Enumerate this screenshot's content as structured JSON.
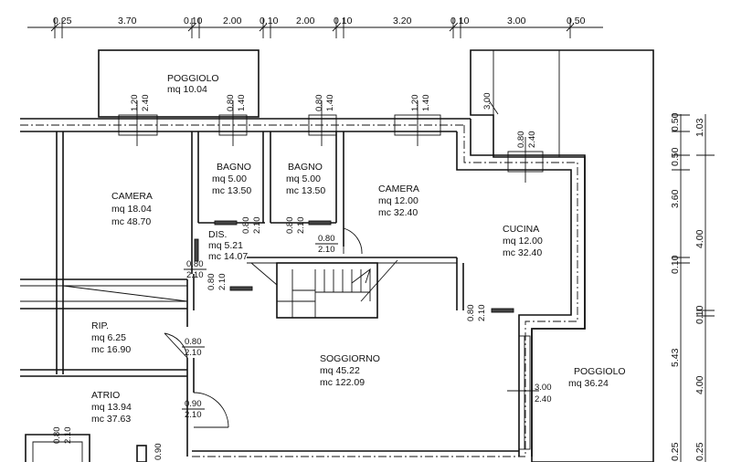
{
  "top_dims": [
    "0.25",
    "3.70",
    "0.10",
    "2.00",
    "0.10",
    "2.00",
    "0.10",
    "3.20",
    "0.10",
    "3.00",
    "0.50"
  ],
  "right_dims_a": [
    "0.50",
    "0.50",
    "3.60",
    "0.10",
    "5.43",
    "0.25"
  ],
  "right_dims_b": [
    "1.03",
    "4.00",
    "0.10",
    "4.00",
    "0.25"
  ],
  "rooms": {
    "poggiolo_top": {
      "name": "POGGIOLO",
      "l1": "mq 10.04"
    },
    "camera1": {
      "name": "CAMERA",
      "l1": "mq 18.04",
      "l2": "mc 48.70"
    },
    "bagno1": {
      "name": "BAGNO",
      "l1": "mq 5.00",
      "l2": "mc 13.50"
    },
    "bagno2": {
      "name": "BAGNO",
      "l1": "mq 5.00",
      "l2": "mc 13.50"
    },
    "camera2": {
      "name": "CAMERA",
      "l1": "mq 12.00",
      "l2": "mc 32.40"
    },
    "cucina": {
      "name": "CUCINA",
      "l1": "mq 12.00",
      "l2": "mc 32.40"
    },
    "dis": {
      "name": "DIS.",
      "l1": "mq 5.21",
      "l2": "mc 14.07"
    },
    "rip": {
      "name": "RIP.",
      "l1": "mq 6.25",
      "l2": "mc 16.90"
    },
    "soggiorno": {
      "name": "SOGGIORNO",
      "l1": "mq 45.22",
      "l2": "mc 122.09"
    },
    "atrio": {
      "name": "ATRIO",
      "l1": "mq 13.94",
      "l2": "mc 37.63"
    },
    "poggiolo_right": {
      "name": "POGGIOLO",
      "l1": "mq 36.24"
    }
  },
  "openings": {
    "w_cam1_a": "1.20",
    "w_cam1_b": "2.40",
    "w_bagno1_a": "0.80",
    "w_bagno1_b": "1.40",
    "w_bagno2_a": "0.80",
    "w_bagno2_b": "1.40",
    "w_cam2_a": "1.20",
    "w_cam2_b": "1.40",
    "w_cucina_a": "0.80",
    "w_cucina_b": "2.40",
    "w_tl_a": "3.00",
    "d_bagno1_a": "0.80",
    "d_bagno1_b": "2.10",
    "d_bagno2_a": "0.80",
    "d_bagno2_b": "2.10",
    "d_cam2_a": "0.80",
    "d_cam2_b": "2.10",
    "d_cam1_a": "0.80",
    "d_cam1_b": "2.10",
    "d_dis_a": "0.80",
    "d_dis_b": "2.10",
    "d_cucina_a": "0.80",
    "d_cucina_b": "2.10",
    "d_rip_a": "0.80",
    "d_rip_b": "2.10",
    "d_atrio_a": "0.90",
    "d_atrio_b": "2.10",
    "d_bl_a": "0.80",
    "d_bl_b": "2.10",
    "d_bm_a": "0.90",
    "slide_a": "3.00",
    "slide_b": "2.40"
  }
}
